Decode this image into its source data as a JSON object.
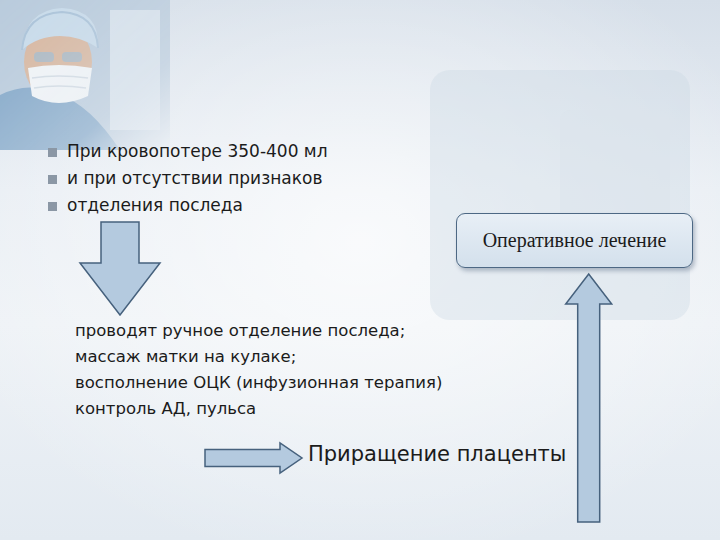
{
  "diagram": {
    "nodes": [
      {
        "text": [
          "При кровопотере 350-400 мл",
          "и при отсутствии признаков",
          "отделения последа"
        ]
      },
      {
        "text": [
          "Оперативное лечение"
        ]
      },
      {
        "text": [
          "проводят ручное отделение последа;",
          "массаж матки на кулаке;",
          "восполнение ОЦК (инфузионная терапия)",
          "контроль АД, пульса"
        ]
      },
      {
        "text": [
          "Приращение плаценты"
        ]
      }
    ],
    "edges": [
      {
        "from": 0,
        "to": 2,
        "arrow": "to"
      },
      {
        "from": 2,
        "to": 3,
        "arrow": "to"
      },
      {
        "from": 3,
        "to": 1,
        "arrow": "to"
      }
    ]
  }
}
